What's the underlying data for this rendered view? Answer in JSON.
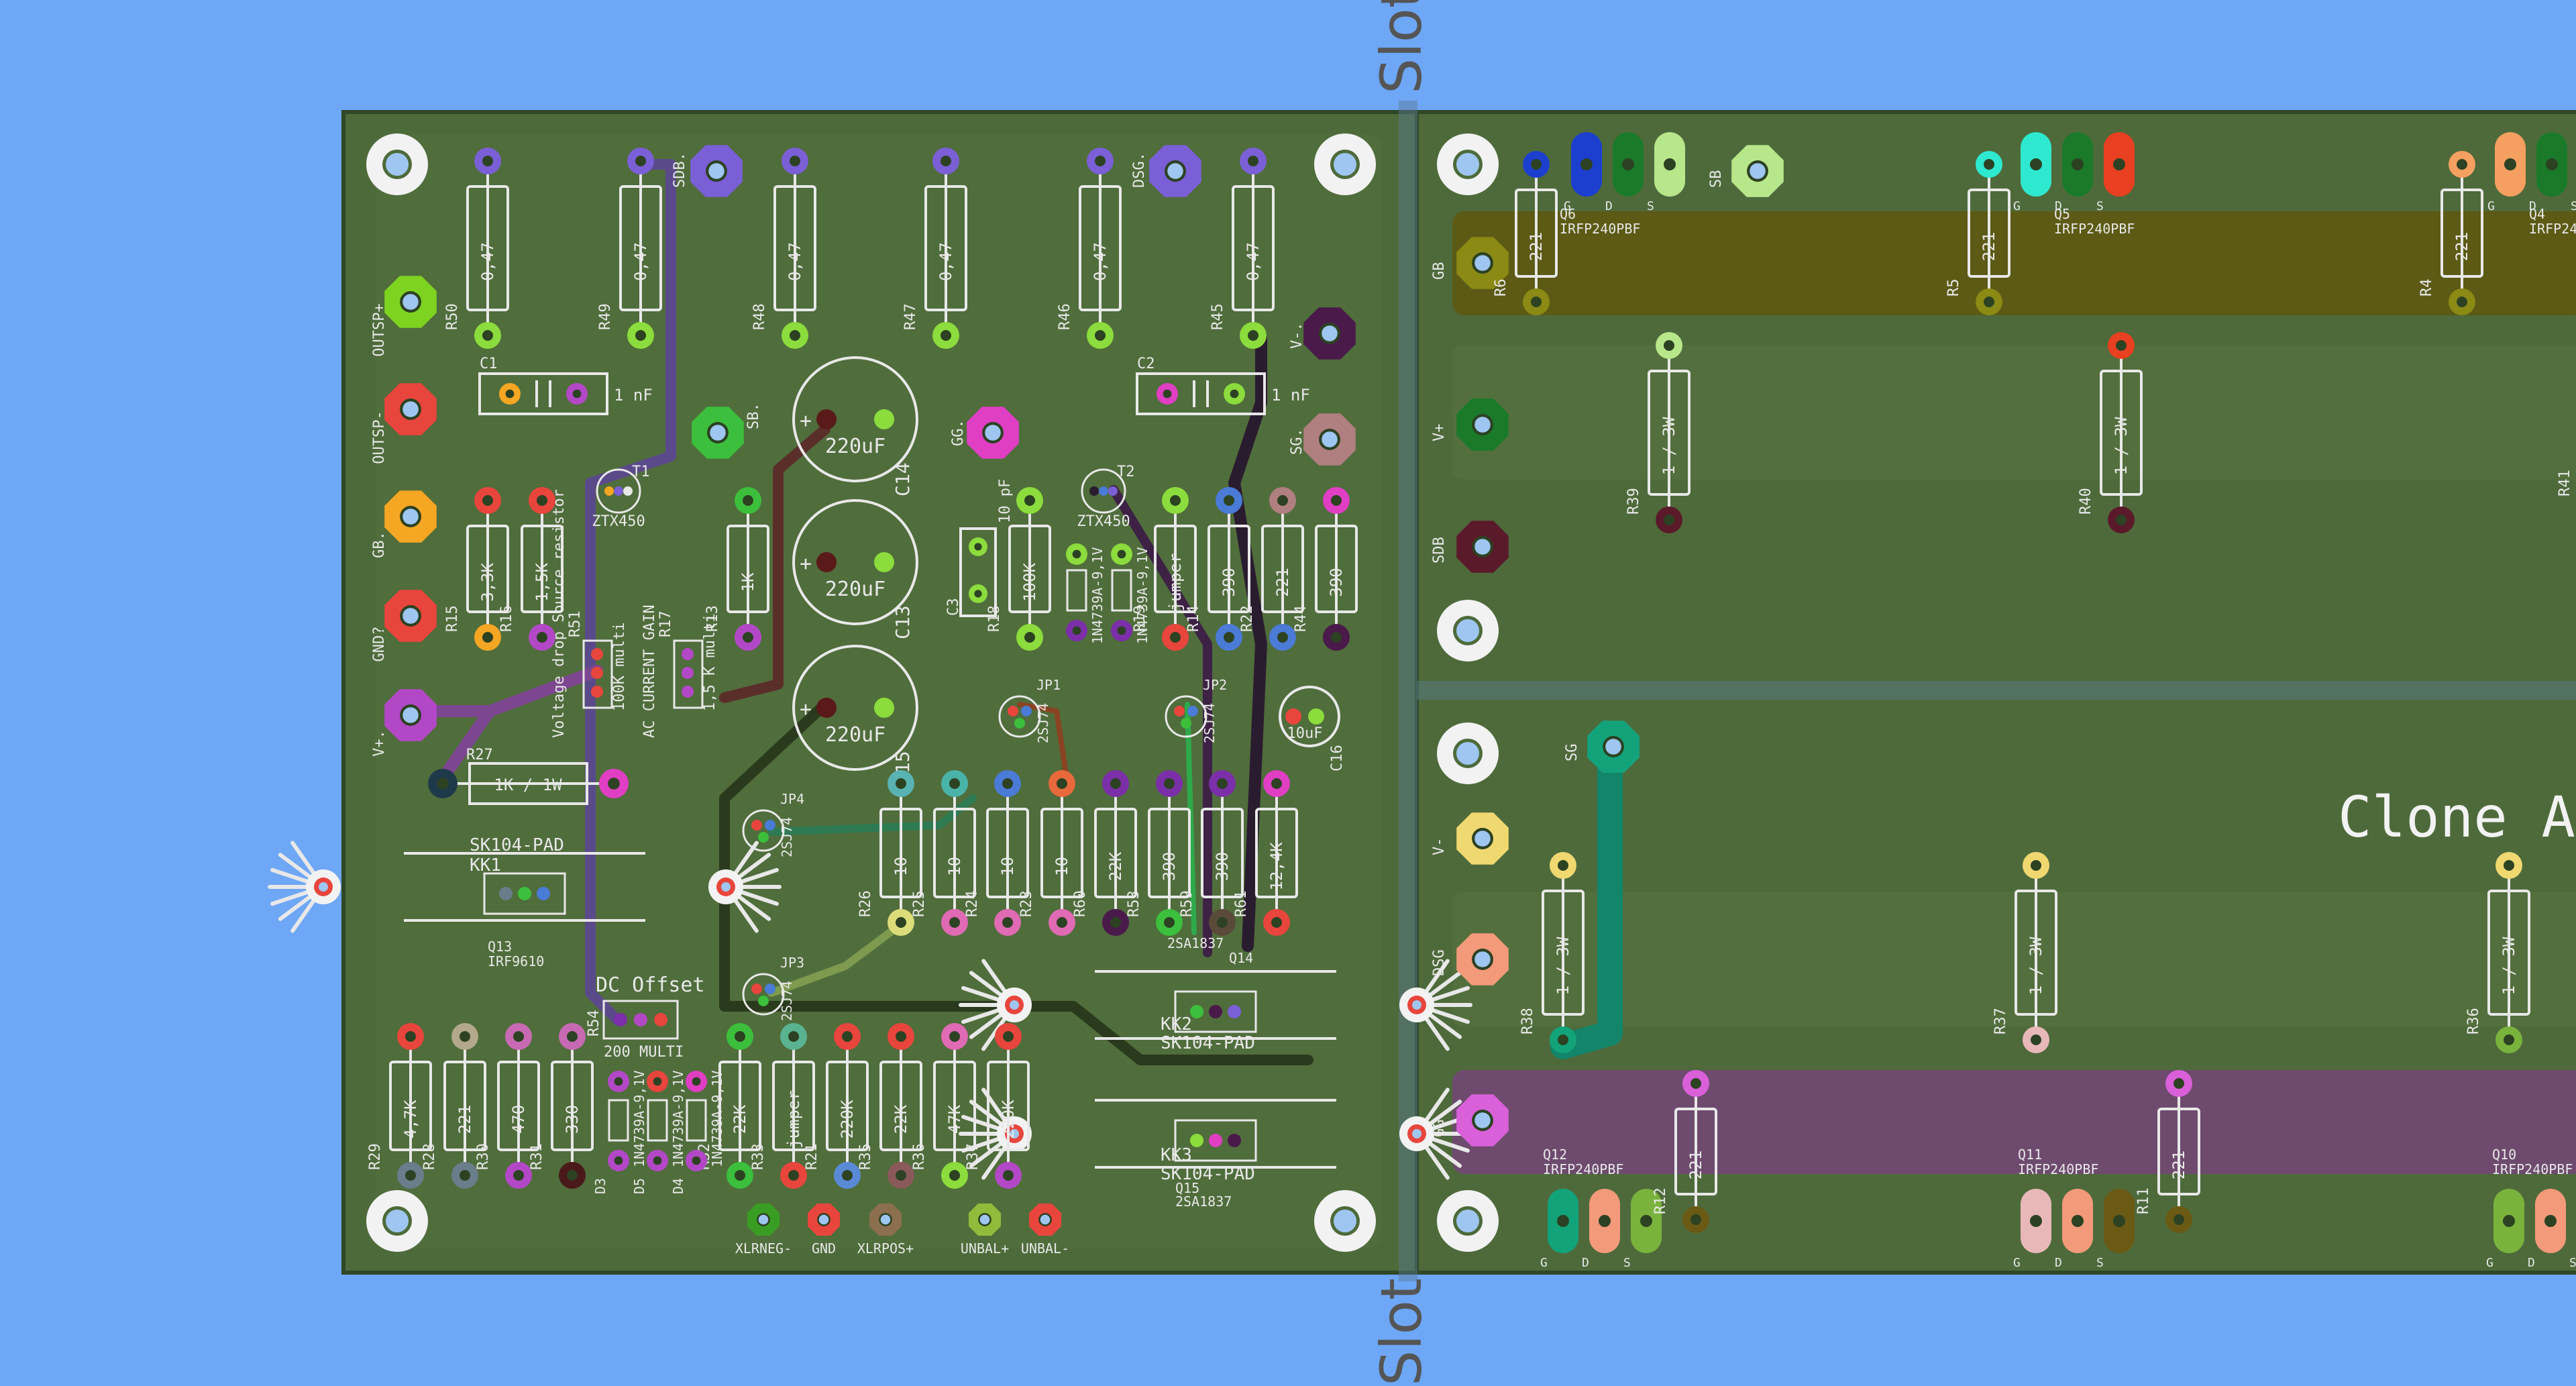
{
  "slot_label": "Slot",
  "board_title": "Clone A",
  "colors": {
    "background": "#6ea7f5",
    "board": "#4d6b3a",
    "board_dark": "#3f5a31",
    "silk": "#e8e8e8",
    "hole": "#9fc6f0",
    "olive_pour": "#5c5a14",
    "purple_pour": "#6e4b6e"
  },
  "left_board": {
    "connectors": [
      {
        "label": "OUTSP+",
        "color": "#7ed321"
      },
      {
        "label": "OUTSP-",
        "color": "#e8453c"
      },
      {
        "label": "GB.",
        "color": "#f5a623"
      },
      {
        "label": "GND?",
        "color": "#e8453c"
      },
      {
        "label": "V+.",
        "color": "#b348c7"
      }
    ],
    "source_resistors": [
      {
        "ref": "R50",
        "value": "0,47"
      },
      {
        "ref": "R49",
        "value": "0,47"
      },
      {
        "ref": "R48",
        "value": "0,47"
      },
      {
        "ref": "R47",
        "value": "0,47"
      },
      {
        "ref": "R46",
        "value": "0,47"
      },
      {
        "ref": "R45",
        "value": "0,47"
      }
    ],
    "top_pads": [
      "SDB.",
      "DSG."
    ],
    "caps": [
      {
        "ref": "C1",
        "value": "1 nF"
      },
      {
        "ref": "C2",
        "value": "1 nF"
      },
      {
        "ref": "C14",
        "value": "220uF"
      },
      {
        "ref": "C13",
        "value": "220uF"
      },
      {
        "ref": "C15",
        "value": "220uF"
      },
      {
        "ref": "C3",
        "value": "10 pF"
      },
      {
        "ref": "C16",
        "value": "10uF"
      }
    ],
    "pad_labels": [
      "SB.",
      "GG.",
      "SG.",
      "V-."
    ],
    "transistors": [
      {
        "ref": "T1",
        "part": "ZTX450"
      },
      {
        "ref": "T2",
        "part": "ZTX450"
      }
    ],
    "mid_resistors": [
      {
        "ref": "R15",
        "value": "3,3K"
      },
      {
        "ref": "R16",
        "value": "1,5K"
      },
      {
        "ref": "R13",
        "value": "1K"
      },
      {
        "ref": "R18",
        "value": "100K"
      },
      {
        "ref": "R19",
        "value": "jumper"
      },
      {
        "ref": "R14",
        "value": "390"
      },
      {
        "ref": "R22",
        "value": "221"
      },
      {
        "ref": "R44",
        "value": "390"
      }
    ],
    "trimmers": [
      {
        "ref": "R51",
        "value": "100K multi",
        "note": "Voltage drop Source resistor"
      },
      {
        "ref": "R17",
        "value": "1,5 K multi",
        "note": "AC CURRENT GAIN"
      }
    ],
    "zeners_top": [
      "1N4739A-9,1V",
      "1N4739A-9,1V"
    ],
    "jfets": [
      {
        "ref": "JP1",
        "part": "2SJ74"
      },
      {
        "ref": "JP2",
        "part": "2SJ74"
      },
      {
        "ref": "JP4",
        "part": "2SJ74"
      },
      {
        "ref": "JP3",
        "part": "2SJ74"
      }
    ],
    "power_resistor": {
      "ref": "R27",
      "value": "1K / 1W"
    },
    "heatsinks": [
      {
        "ref": "KK1",
        "part": "SK104-PAD",
        "transistor": "Q13",
        "model": "IRF9610"
      },
      {
        "ref": "KK2",
        "part": "SK104-PAD",
        "transistor": "Q14",
        "model": "2SA1837"
      },
      {
        "ref": "KK3",
        "part": "SK104-PAD",
        "transistor": "Q15",
        "model": "2SA1837"
      }
    ],
    "row_resistors": [
      {
        "ref": "R26",
        "value": "10"
      },
      {
        "ref": "R25",
        "value": "10"
      },
      {
        "ref": "R24",
        "value": "10"
      },
      {
        "ref": "R23",
        "value": "10"
      },
      {
        "ref": "R60",
        "value": "22K"
      },
      {
        "ref": "R53",
        "value": "390"
      },
      {
        "ref": "R59",
        "value": "390"
      },
      {
        "ref": "R61",
        "value": "12,4K"
      }
    ],
    "dc_offset": {
      "title": "DC Offset",
      "ref": "R54",
      "value": "200 MULTI"
    },
    "bottom_resistors": [
      {
        "ref": "R29",
        "value": "4,7K"
      },
      {
        "ref": "R28",
        "value": "221"
      },
      {
        "ref": "R30",
        "value": "470"
      },
      {
        "ref": "R31",
        "value": "330"
      },
      {
        "ref": "R32",
        "value": "22K"
      },
      {
        "ref": "R33",
        "value": "jumper"
      },
      {
        "ref": "R21",
        "value": "220K"
      },
      {
        "ref": "R35",
        "value": "22K"
      },
      {
        "ref": "R36",
        "value": "47K"
      },
      {
        "ref": "R37",
        "value": "220K"
      }
    ],
    "zeners_bottom": [
      "1N4739A-9,1V",
      "1N4739A-9,1V",
      "1N4739A-9,1V"
    ],
    "zener_refs": [
      "D3",
      "D5",
      "D4"
    ],
    "inputs": [
      {
        "label": "XLRNEG-",
        "color": "#3a9d23"
      },
      {
        "label": "GND",
        "color": "#e8453c"
      },
      {
        "label": "XLRPOS+",
        "color": "#8b6f4e"
      },
      {
        "label": "UNBAL+",
        "color": "#8fbc3a"
      },
      {
        "label": "UNBAL-",
        "color": "#e8453c"
      }
    ]
  },
  "right_board": {
    "pads": [
      "GB",
      "V+",
      "SDB",
      "SG",
      "V-",
      "DSG",
      "GG",
      "SB"
    ],
    "mosfets_top": [
      {
        "ref": "Q6",
        "model": "IRFP240PBF"
      },
      {
        "ref": "Q5",
        "model": "IRFP240PBF"
      },
      {
        "ref": "Q4",
        "model": "IRFP24"
      }
    ],
    "mosfets_bottom": [
      {
        "ref": "Q12",
        "model": "IRFP240PBF"
      },
      {
        "ref": "Q11",
        "model": "IRFP240PBF"
      },
      {
        "ref": "Q10",
        "model": "IRFP240PBF"
      }
    ],
    "gate_resistors_top": [
      {
        "ref": "R6",
        "value": "221"
      },
      {
        "ref": "R5",
        "value": "221"
      },
      {
        "ref": "R4",
        "value": "221"
      }
    ],
    "gate_resistors_bottom": [
      {
        "ref": "R12",
        "value": "221"
      },
      {
        "ref": "R11",
        "value": "221"
      }
    ],
    "power_resistors_top": [
      {
        "ref": "R39",
        "value": "1 / 3W"
      },
      {
        "ref": "R40",
        "value": "1 / 3W"
      },
      {
        "ref": "R41",
        "value": ""
      }
    ],
    "power_resistors_bottom": [
      {
        "ref": "R38",
        "value": "1 / 3W"
      },
      {
        "ref": "R37",
        "value": "1 / 3W"
      },
      {
        "ref": "R36",
        "value": "1 / 3W"
      }
    ],
    "pin_letters": [
      "G",
      "D",
      "S"
    ]
  }
}
